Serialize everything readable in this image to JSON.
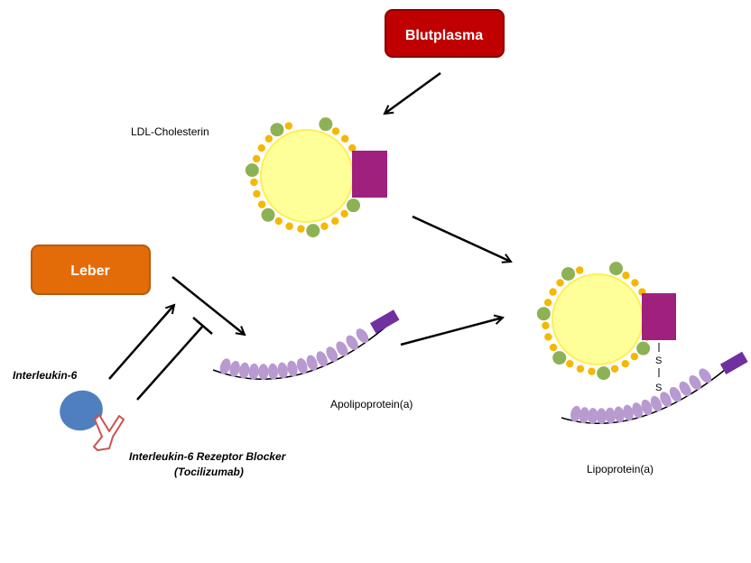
{
  "boxes": {
    "blutplasma": "Blutplasma",
    "leber": "Leber"
  },
  "labels": {
    "ldl": "LDL-Cholesterin",
    "apo": "Apolipoprotein(a)",
    "lpa": "Lipoprotein(a)",
    "il6": "Interleukin-6",
    "blocker_line1": "Interleukin-6 Rezeptor Blocker",
    "blocker_line2": "(Tocilizumab)",
    "disulfide_s1": "S",
    "disulfide_s2": "S"
  },
  "colors": {
    "blutplasma_fill": "#c00000",
    "blutplasma_border": "#8b0000",
    "leber_fill": "#e36c09",
    "leber_border": "#b85a10",
    "core_fill": "#ffff99",
    "core_border": "#ffee55",
    "dot_orange": "#f5b800",
    "dot_green": "#8db256",
    "apo_b_block": "#a0207e",
    "kringle": "#b89ad0",
    "apo_tip": "#7030a0",
    "il6_blue": "#4f7fbf",
    "receptor_red": "#d05050"
  },
  "icons": {
    "il6": "interleukin-6-blob",
    "receptor": "receptor-blocker-y-icon"
  }
}
